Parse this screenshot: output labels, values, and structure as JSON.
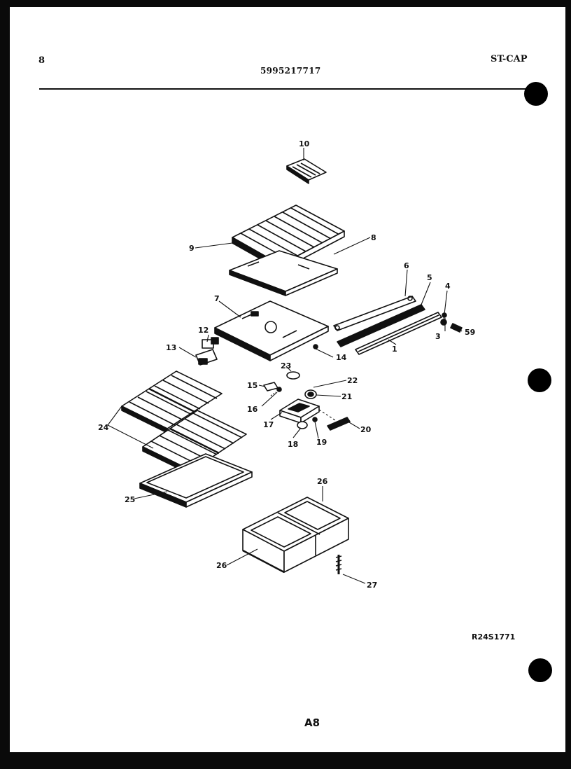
{
  "header": {
    "page_number": "8",
    "model_number": "5995217717",
    "section_code": "ST-CAP"
  },
  "footer": {
    "drawing_code": "R24S1771",
    "page_code": "A8"
  },
  "callouts": [
    "10",
    "9",
    "8",
    "6",
    "5",
    "4",
    "7",
    "12",
    "13",
    "14",
    "3",
    "59",
    "1",
    "23",
    "22",
    "15",
    "16",
    "21",
    "17",
    "20",
    "18",
    "19",
    "24",
    "25",
    "26",
    "26",
    "27"
  ]
}
